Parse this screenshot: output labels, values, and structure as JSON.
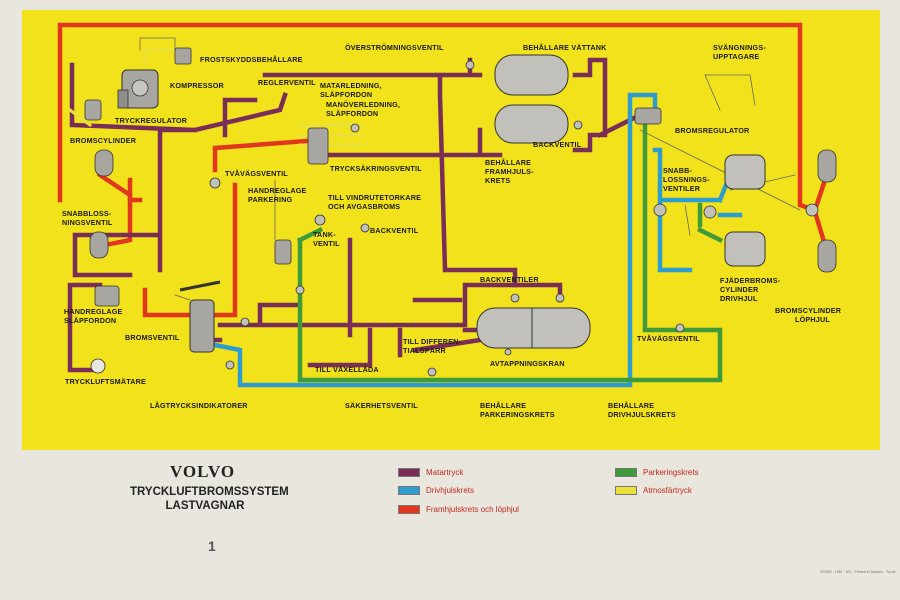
{
  "poster": {
    "brand": "VOLVO",
    "title": "TRYCKLUFTBROMSSYSTEM LASTVAGNAR",
    "page_number": "1",
    "footer_note": "003500 · 1981 · 501 · Printed in Sweden · Tryckt"
  },
  "colors": {
    "matartryck": "#7a2e57",
    "drivhjulskrets": "#2f9ccf",
    "framhjulskrets": "#e2371f",
    "parkeringskrets": "#3f9a3a",
    "atmosfartryck": "#ece13a",
    "background_yellow": "#f1e21c"
  },
  "legend": [
    {
      "label": "Matartryck",
      "color": "#7a2e57"
    },
    {
      "label": "Drivhjulskrets",
      "color": "#2f9ccf"
    },
    {
      "label": "Framhjulskrets och löphjul",
      "color": "#e2371f"
    },
    {
      "label": "Parkeringskrets",
      "color": "#3f9a3a"
    },
    {
      "label": "Atmosfärtryck",
      "color": "#ece13a"
    }
  ],
  "labels": {
    "frostskydd": "FROSTSKYDDSBEHÅLLARE",
    "overstromning": "ÖVERSTRÖMNINGSVENTIL",
    "behallare_vattank": "BEHÅLLARE VÄTTANK",
    "svangnings_1": "SVÄNGNINGS-",
    "svangnings_2": "UPPTAGARE",
    "kompressor": "KOMPRESSOR",
    "reglerventil": "REGLERVENTIL",
    "matarledning_1": "MATARLEDNING,",
    "matarledning_2": "SLÄPFORDON",
    "manoverledning_1": "MANÖVERLEDNING,",
    "manoverledning_2": "SLÄPFORDON",
    "tryckregulator": "TRYCKREGULATOR",
    "bromsregulator": "BROMSREGULATOR",
    "bromscylinder": "BROMSCYLINDER",
    "backventil_top": "BACKVENTIL",
    "trycksakring": "TRYCKSÄKRINGSVENTIL",
    "tvavagsventil_left": "TVÅVÄGSVENTIL",
    "behallare_fram_1": "BEHÅLLARE",
    "behallare_fram_2": "FRAMHJULS-",
    "behallare_fram_3": "KRETS",
    "snabbloss_r_1": "SNABB-",
    "snabbloss_r_2": "LOSSNINGS-",
    "snabbloss_r_3": "VENTILER",
    "handreglage_park_1": "HANDREGLAGE",
    "handreglage_park_2": "PARKERING",
    "vindrute_1": "TILL VINDRUTETORKARE",
    "vindrute_2": "OCH AVGASBROMS",
    "snabbloss_l_1": "SNABBLOSS-",
    "snabbloss_l_2": "NINGSVENTIL",
    "backventil_mid": "BACKVENTIL",
    "tankventil_1": "TANK-",
    "tankventil_2": "VENTIL",
    "backventiler": "BACKVENTILER",
    "fjader_1": "FJÄDERBROMS-",
    "fjader_2": "CYLINDER",
    "fjader_3": "DRIVHJUL",
    "bromscyl_lop_1": "BROMSCYLINDER",
    "bromscyl_lop_2": "LÖPHJUL",
    "handreglage_slap_1": "HANDREGLAGE",
    "handreglage_slap_2": "SLÄPFORDON",
    "bromsventil": "BROMSVENTIL",
    "tvavagsventil_right": "TVÅVÄGSVENTIL",
    "differential_1": "TILL DIFFEREN-",
    "differential_2": "TIALSPÄRR",
    "avtappningskran": "AVTAPPNINGSKRAN",
    "vaxellada": "TILL VÄXELLÅDA",
    "tryckluftsmatare": "TRYCKLUFTSMÄTARE",
    "sakerhetsventil": "SÄKERHETSVENTIL",
    "behallare_park_1": "BEHÅLLARE",
    "behallare_park_2": "PARKERINGSKRETS",
    "behallare_driv_1": "BEHÅLLARE",
    "behallare_driv_2": "DRIVHJULSKRETS",
    "lagtryck": "LÅGTRYCKSINDIKATORER"
  }
}
